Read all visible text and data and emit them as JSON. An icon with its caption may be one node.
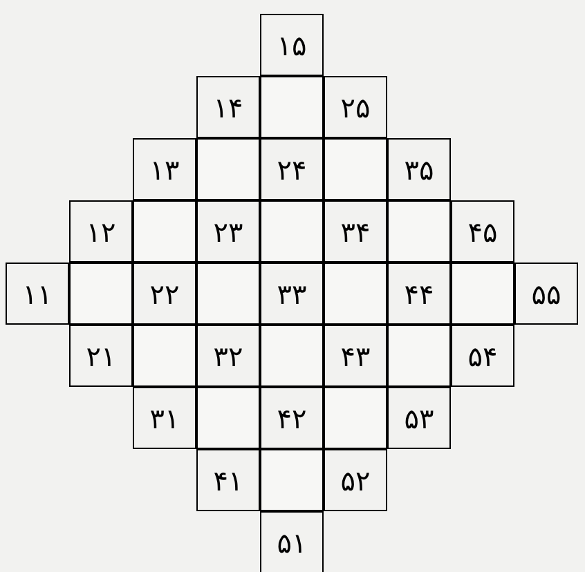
{
  "diagram": {
    "nodes": [
      {
        "text": [
          "۱۵"
        ]
      },
      {
        "text": [
          "۱۴"
        ]
      },
      {
        "text": [],
        "shape": "box"
      },
      {
        "text": [
          "۲۵"
        ]
      },
      {
        "text": [
          "۱۳"
        ]
      },
      {
        "text": [],
        "shape": "box"
      },
      {
        "text": [
          "۲۴"
        ]
      },
      {
        "text": [],
        "shape": "box"
      },
      {
        "text": [
          "۳۵"
        ]
      },
      {
        "text": [
          "۱۲"
        ]
      },
      {
        "text": [],
        "shape": "box"
      },
      {
        "text": [
          "۲۳"
        ]
      },
      {
        "text": [],
        "shape": "box"
      },
      {
        "text": [
          "۳۴"
        ]
      },
      {
        "text": [],
        "shape": "box"
      },
      {
        "text": [
          "۴۵"
        ]
      },
      {
        "text": [
          "۱۱"
        ]
      },
      {
        "text": [],
        "shape": "box"
      },
      {
        "text": [
          "۲۲"
        ]
      },
      {
        "text": [],
        "shape": "box"
      },
      {
        "text": [
          "۳۳"
        ]
      },
      {
        "text": [],
        "shape": "box"
      },
      {
        "text": [
          "۴۴"
        ]
      },
      {
        "text": [],
        "shape": "box"
      },
      {
        "text": [
          "۵۵"
        ]
      },
      {
        "text": [
          "۲۱"
        ]
      },
      {
        "text": [],
        "shape": "box"
      },
      {
        "text": [
          "۳۲"
        ]
      },
      {
        "text": [],
        "shape": "box"
      },
      {
        "text": [
          "۴۳"
        ]
      },
      {
        "text": [],
        "shape": "box"
      },
      {
        "text": [
          "۵۴"
        ]
      },
      {
        "text": [
          "۳۱"
        ]
      },
      {
        "text": [],
        "shape": "box"
      },
      {
        "text": [
          "۴۲"
        ]
      },
      {
        "text": [],
        "shape": "box"
      },
      {
        "text": [
          "۵۳"
        ]
      },
      {
        "text": [
          "۴۱"
        ]
      },
      {
        "text": [],
        "shape": "box"
      },
      {
        "text": [
          "۵۲"
        ]
      },
      {
        "text": [
          "۵۱"
        ]
      }
    ]
  }
}
